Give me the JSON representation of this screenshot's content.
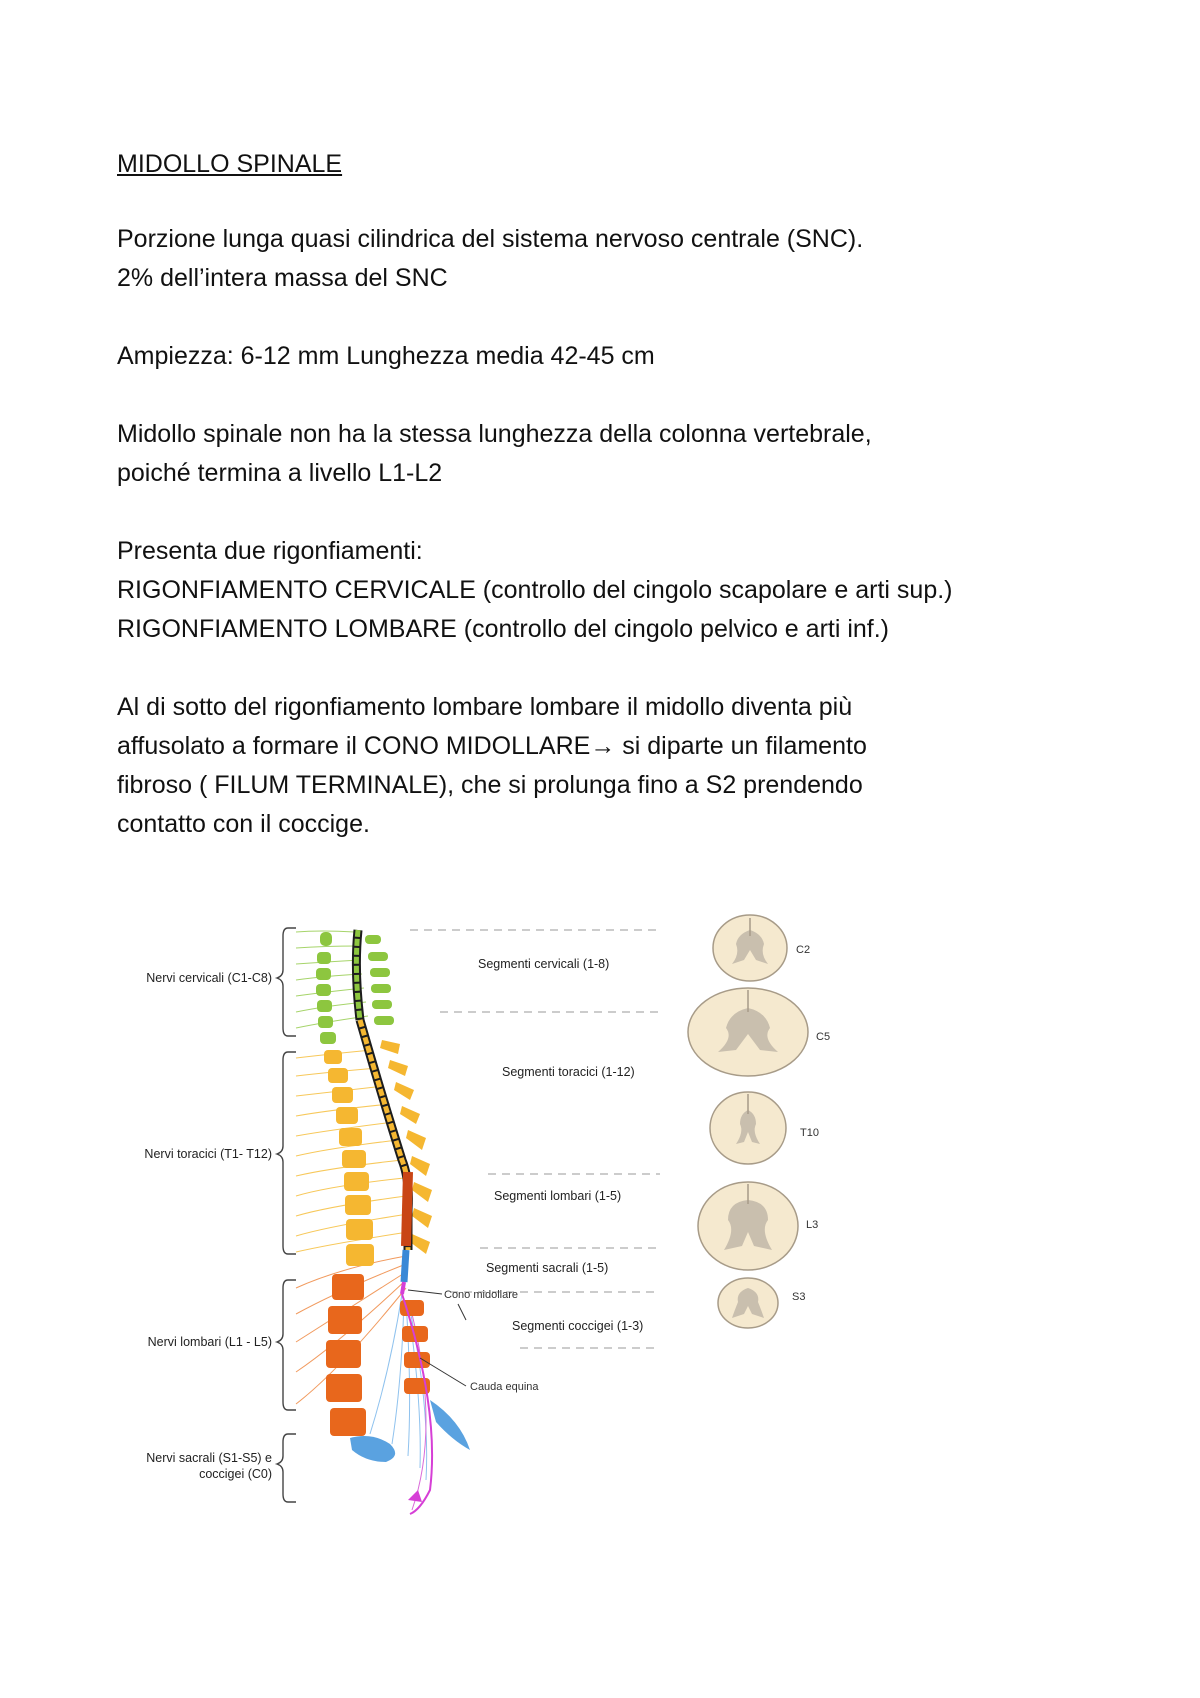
{
  "title": "MIDOLLO SPINALE",
  "paragraphs": [
    [
      "Porzione lunga quasi cilindrica del sistema nervoso centrale (SNC).",
      "2% dell’intera massa del SNC"
    ],
    [
      "Ampiezza: 6-12 mm Lunghezza media 42-45 cm"
    ],
    [
      "Midollo spinale non ha la stessa lunghezza della colonna vertebrale,",
      "poiché termina a livello L1-L2"
    ],
    [
      "Presenta due rigonfiamenti:",
      "RIGONFIAMENTO CERVICALE (controllo del cingolo scapolare e arti sup.)",
      "RIGONFIAMENTO LOMBARE (controllo del cingolo pelvico e arti inf.)"
    ],
    [
      "Al di sotto del rigonfiamento lombare lombare il midollo diventa più",
      "affusolato a formare il CONO MIDOLLARE→ si diparte un filamento",
      "fibroso ( FILUM TERMINALE), che si prolunga fino a S2 prendendo",
      "contatto con il coccige."
    ]
  ],
  "figure": {
    "left_labels": {
      "cervicali": "Nervi cervicali (C1-C8)",
      "toracici": "Nervi toracici (T1- T12)",
      "lombari": "Nervi lombari (L1 - L5)",
      "sacrali_1": "Nervi sacrali (S1-S5) e",
      "sacrali_2": "coccigei (C0)"
    },
    "right_labels": {
      "cervicali": "Segmenti cervicali (1-8)",
      "toracici": "Segmenti toracici (1-12)",
      "lombari": "Segmenti lombari (1-5)",
      "sacrali": "Segmenti sacrali (1-5)",
      "cono": "Cono midollare",
      "coccigei": "Segmenti coccigei (1-3)",
      "cauda": "Cauda equina"
    },
    "sections": [
      "C2",
      "C5",
      "T10",
      "L3",
      "S3"
    ],
    "colors": {
      "cervical": "#8dc63f",
      "thoracic": "#f5b731",
      "lumbar": "#e8671c",
      "sacral": "#5aa2e0",
      "coccygeal": "#d63fd6",
      "section_fill": "#f5e9cf",
      "grey_matter": "#c9bfae"
    }
  }
}
